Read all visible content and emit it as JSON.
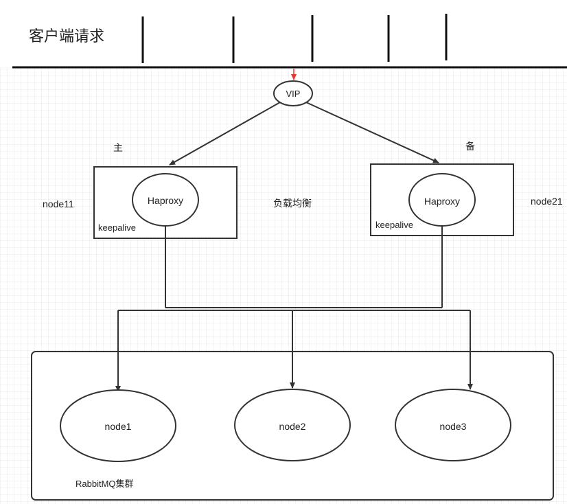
{
  "header": {
    "client_requests_label": "客户端请求"
  },
  "vip": {
    "label": "VIP"
  },
  "master": {
    "role_label": "主",
    "host_label": "node11",
    "haproxy_label": "Haproxy",
    "keepalive_label": "keepalive"
  },
  "backup": {
    "role_label": "备",
    "host_label": "node21",
    "haproxy_label": "Haproxy",
    "keepalive_label": "keepalive"
  },
  "load_balance_label": "负载均衡",
  "cluster": {
    "label": "RabbitMQ集群",
    "nodes": [
      {
        "label": "node1"
      },
      {
        "label": "node2"
      },
      {
        "label": "node3"
      }
    ]
  },
  "colors": {
    "line": "#333333",
    "vip_arrow": "#e23b2e",
    "grid": "#e8e8e8"
  }
}
